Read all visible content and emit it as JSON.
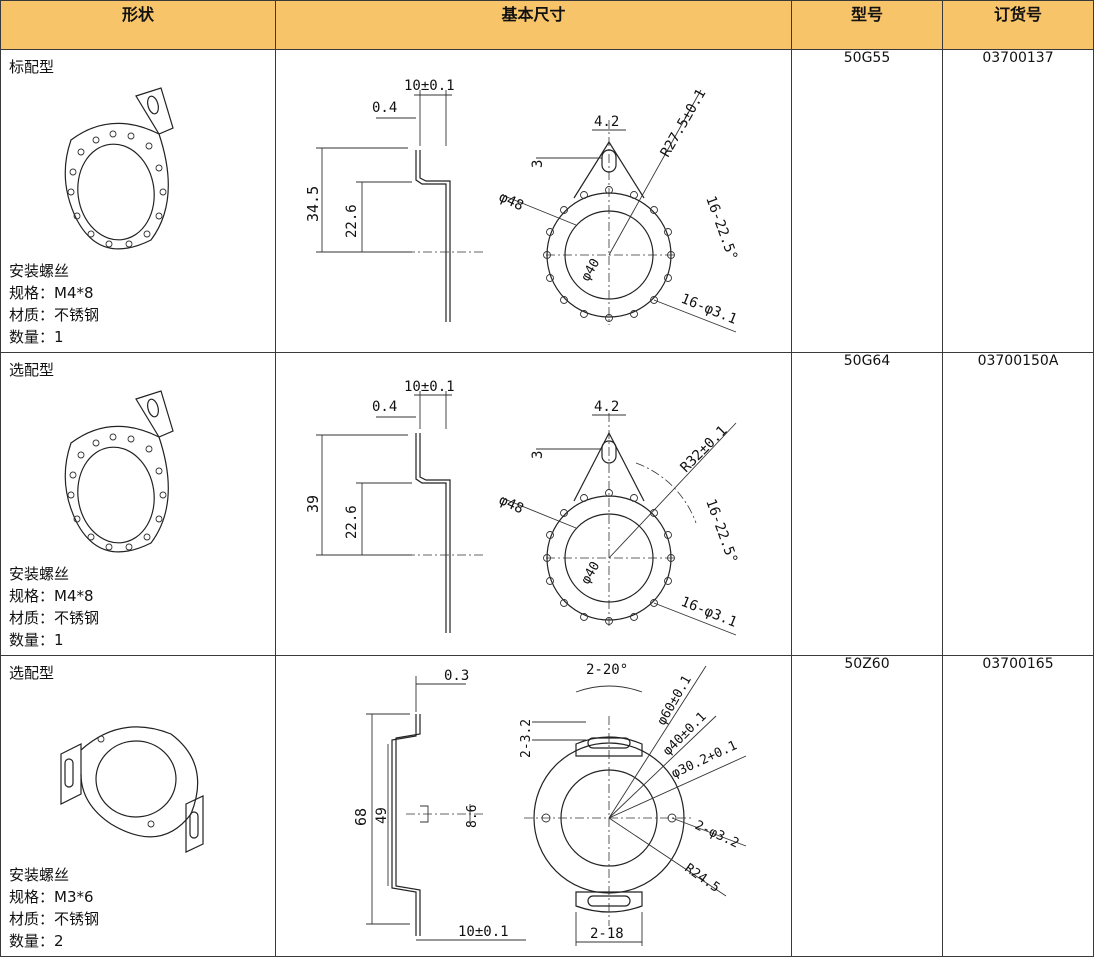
{
  "header": {
    "col_shape": "形状",
    "col_dims": "基本尺寸",
    "col_model": "型号",
    "col_order": "订货号"
  },
  "rows": [
    {
      "type": "标配型",
      "screw_title": "安装螺丝",
      "spec": "规格：M4*8",
      "material": "材质：不锈钢",
      "qty": "数量：1",
      "model": "50G55",
      "order": "03700137",
      "dims": {
        "thickness_gap": "10±0.1",
        "sheet": "0.4",
        "height": "34.5",
        "step": "22.6",
        "slot_w": "4.2",
        "slot_h": "3",
        "radius": "R27.5±0.1",
        "pcd": "φ48",
        "bore": "φ40",
        "angle": "16-22.5°",
        "holes": "16-φ3.1"
      }
    },
    {
      "type": "选配型",
      "screw_title": "安装螺丝",
      "spec": "规格：M4*8",
      "material": "材质：不锈钢",
      "qty": "数量：1",
      "model": "50G64",
      "order": "03700150A",
      "dims": {
        "thickness_gap": "10±0.1",
        "sheet": "0.4",
        "height": "39",
        "step": "22.6",
        "slot_w": "4.2",
        "slot_h": "3",
        "radius": "R32±0.1",
        "pcd": "φ48",
        "bore": "φ40",
        "angle": "16-22.5°",
        "holes": "16-φ3.1"
      }
    },
    {
      "type": "选配型",
      "screw_title": "安装螺丝",
      "spec": "规格：M3*6",
      "material": "材质：不锈钢",
      "qty": "数量：2",
      "model": "50Z60",
      "order": "03700165",
      "dims": {
        "sheet": "0.3",
        "height": "68",
        "step": "49",
        "small": "8.6",
        "gap": "10±0.1",
        "slot_angle": "2-20°",
        "slot_h": "2-3.2",
        "d1": "φ60±0.1",
        "d2": "φ40±0.1",
        "d3": "φ30.2+0.1",
        "holes": "2-φ3.2",
        "radius": "R24.5",
        "bottom": "2-18"
      }
    }
  ]
}
